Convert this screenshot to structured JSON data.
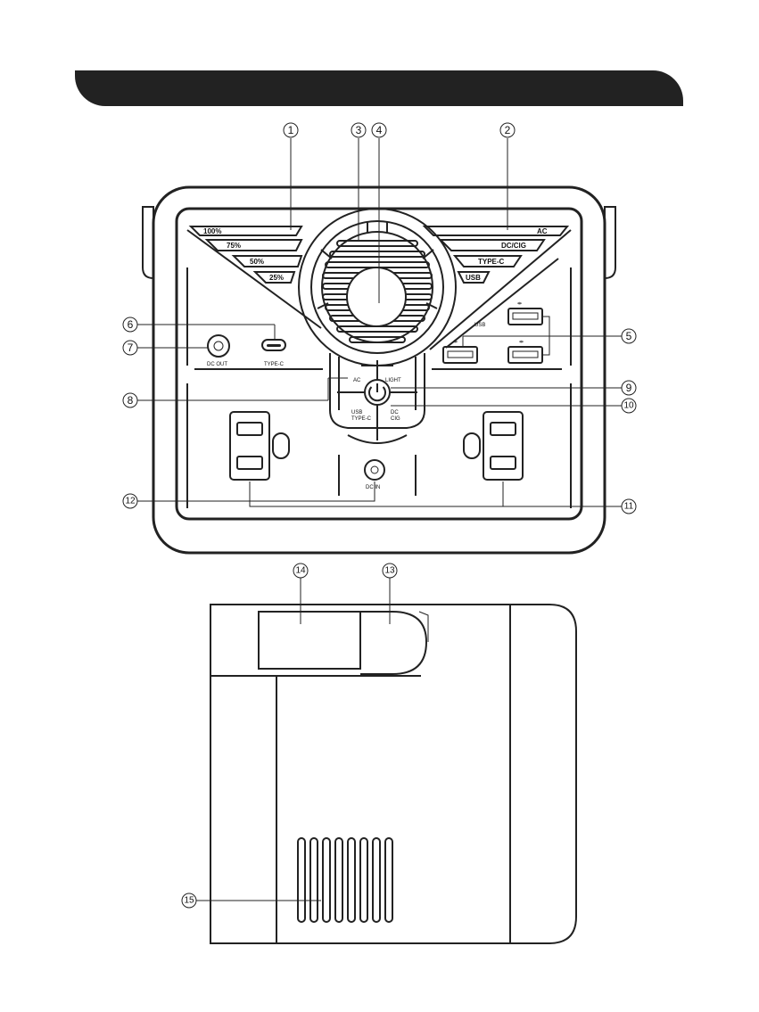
{
  "panel": {
    "battery_levels": [
      "100%",
      "75%",
      "50%",
      "25%"
    ],
    "output_indicators": [
      "AC",
      "DC/CIG",
      "TYPE-C",
      "USB"
    ],
    "usb_label": "USB",
    "dc_out_label": "DC OUT",
    "type_c_label": "TYPE-C",
    "ac_button_label": "AC",
    "light_button_label": "LIGHT",
    "usb_typec_button_label": "USB\nTYPE-C",
    "dc_cig_button_label": "DC\nCIG",
    "dc_in_label": "DC IN"
  },
  "callouts": [
    "1",
    "2",
    "3",
    "4",
    "5",
    "6",
    "7",
    "8",
    "9",
    "10",
    "11",
    "12",
    "13",
    "14",
    "15"
  ]
}
